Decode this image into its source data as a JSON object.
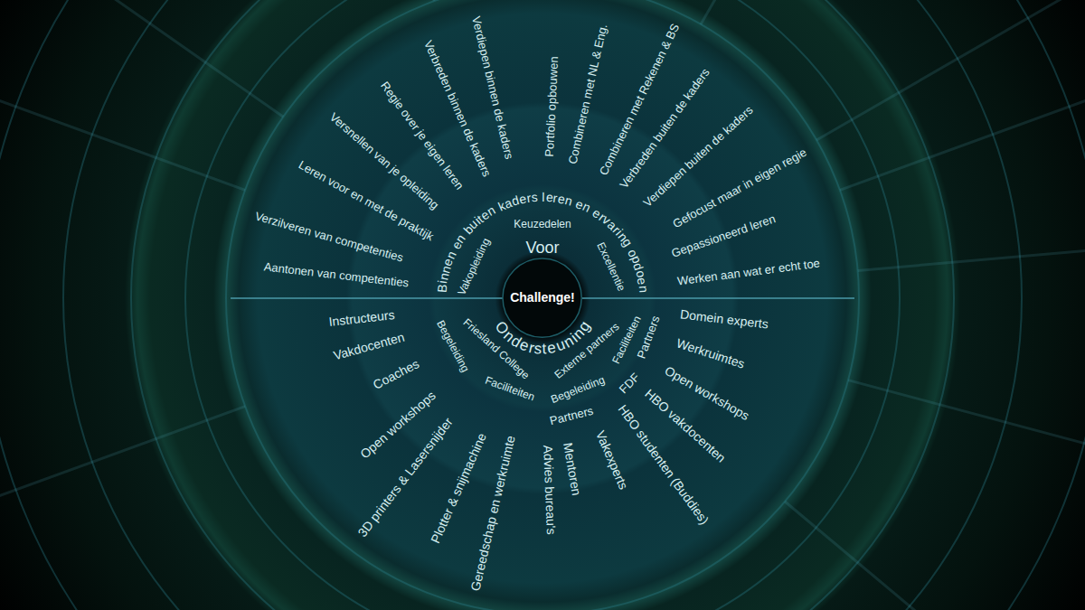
{
  "diagram": {
    "nodes": [
      {
        "text": [
          "Challenge!"
        ]
      }
    ],
    "labels": [
      "Binnen en buiten kaders leren en ervaring opdoen",
      "Voor",
      "Keuzedelen",
      "Vakopleiding",
      "Excellentie",
      "Aantonen van competenties",
      "Verzilveren van competenties",
      "Leren voor en met de praktijk",
      "Versnellen van je opleiding",
      "Regie over je eigen leren",
      "Verbreden binnen de kaders",
      "Verdiepen binnen de kaders",
      "Portfolio opbouwen",
      "Combineren met NL & Eng.",
      "Combineren met Rekenen & BS",
      "Verbreden buiten de kaders",
      "Verdiepen buiten de kaders",
      "Gefocust maar in eigen regie",
      "Gepassioneerd leren",
      "Werken aan wat er echt toe",
      "Ondersteuning",
      "Friesland College",
      "Externe partners",
      "Begeleiding",
      "Faciliteiten",
      "Begeleiding",
      "Faciliteiten",
      "Partners",
      "FDF",
      "Partners",
      "Instructeurs",
      "Vakdocenten",
      "Coaches",
      "Open workshops",
      "3D printers & Lasersnijder",
      "Plotter & snijmachine",
      "Gereedschap en werkruimte",
      "Advies bureau's",
      "Mentoren",
      "Vakexperts",
      "HBO studenten (Buddies)",
      "HBO vakdocenten",
      "Open workshops",
      "Werkruimtes",
      "Domein experts"
    ]
  }
}
